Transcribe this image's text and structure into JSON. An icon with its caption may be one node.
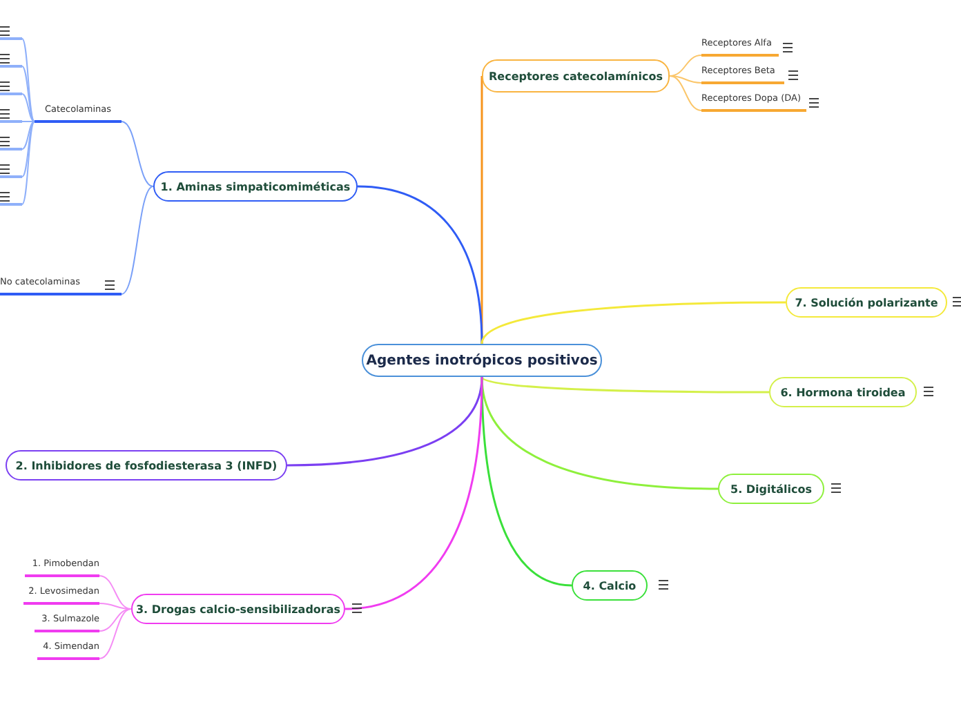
{
  "diagram": {
    "nodes": [
      {
        "text": [
          "Agentes inotrópicos positivos"
        ]
      },
      {
        "text": [
          "Receptores catecolamínicos"
        ]
      },
      {
        "text": [
          "Receptores Alfa"
        ]
      },
      {
        "text": [
          "Receptores Beta"
        ]
      },
      {
        "text": [
          "Receptores Dopa (DA)"
        ]
      },
      {
        "text": [
          "1. Aminas simpaticomiméticas"
        ]
      },
      {
        "text": [
          "Catecolaminas"
        ]
      },
      {
        "text": [],
        "shape": "bar"
      },
      {
        "text": [],
        "shape": "bar"
      },
      {
        "text": [],
        "shape": "bar"
      },
      {
        "text": [],
        "shape": "bar"
      },
      {
        "text": [],
        "shape": "bar"
      },
      {
        "text": [],
        "shape": "bar"
      },
      {
        "text": [],
        "shape": "bar"
      },
      {
        "text": [
          "No catecolaminas"
        ]
      },
      {
        "text": [
          "7. Solución polarizante"
        ]
      },
      {
        "text": [
          "6. Hormona tiroidea"
        ]
      },
      {
        "text": [
          "2. Inhibidores de fosfodiesterasa 3 (INFD)"
        ]
      },
      {
        "text": [
          "5. Digitálicos"
        ]
      },
      {
        "text": [
          "4. Calcio"
        ]
      },
      {
        "text": [
          "3. Drogas calcio-sensibilizadoras"
        ]
      },
      {
        "text": [
          "1. Pimobendan"
        ]
      },
      {
        "text": [
          "2. Levosimedan"
        ]
      },
      {
        "text": [
          "3. Sulmazole"
        ]
      },
      {
        "text": [
          "4. Simendan"
        ]
      }
    ],
    "edges": [
      {
        "from": 0,
        "to": 1,
        "arrow": "none",
        "color": "#f7941d"
      },
      {
        "from": 1,
        "to": 2,
        "arrow": "none",
        "color": "#fbc66a"
      },
      {
        "from": 1,
        "to": 3,
        "arrow": "none",
        "color": "#fbc66a"
      },
      {
        "from": 1,
        "to": 4,
        "arrow": "none",
        "color": "#fbc66a"
      },
      {
        "from": 0,
        "to": 5,
        "arrow": "none",
        "color": "#2f5cf5"
      },
      {
        "from": 5,
        "to": 6,
        "arrow": "none",
        "color": "#7aa0f8"
      },
      {
        "from": 6,
        "to": 7,
        "arrow": "none",
        "color": "#8fb0fa"
      },
      {
        "from": 6,
        "to": 8,
        "arrow": "none",
        "color": "#8fb0fa"
      },
      {
        "from": 6,
        "to": 9,
        "arrow": "none",
        "color": "#8fb0fa"
      },
      {
        "from": 6,
        "to": 10,
        "arrow": "none",
        "color": "#8fb0fa"
      },
      {
        "from": 6,
        "to": 11,
        "arrow": "none",
        "color": "#8fb0fa"
      },
      {
        "from": 6,
        "to": 12,
        "arrow": "none",
        "color": "#8fb0fa"
      },
      {
        "from": 6,
        "to": 13,
        "arrow": "none",
        "color": "#8fb0fa"
      },
      {
        "from": 5,
        "to": 14,
        "arrow": "none",
        "color": "#7aa0f8"
      },
      {
        "from": 0,
        "to": 15,
        "arrow": "none",
        "color": "#f4e93a"
      },
      {
        "from": 0,
        "to": 16,
        "arrow": "none",
        "color": "#d4f04a"
      },
      {
        "from": 0,
        "to": 17,
        "arrow": "none",
        "color": "#7b3ff2"
      },
      {
        "from": 0,
        "to": 18,
        "arrow": "none",
        "color": "#8ef03c"
      },
      {
        "from": 0,
        "to": 19,
        "arrow": "none",
        "color": "#3ae03a"
      },
      {
        "from": 0,
        "to": 20,
        "arrow": "none",
        "color": "#f03cf0"
      },
      {
        "from": 20,
        "to": 21,
        "arrow": "none",
        "color": "#f58cf5"
      },
      {
        "from": 20,
        "to": 22,
        "arrow": "none",
        "color": "#f58cf5"
      },
      {
        "from": 20,
        "to": 23,
        "arrow": "none",
        "color": "#f58cf5"
      },
      {
        "from": 20,
        "to": 24,
        "arrow": "none",
        "color": "#f58cf5"
      }
    ]
  }
}
